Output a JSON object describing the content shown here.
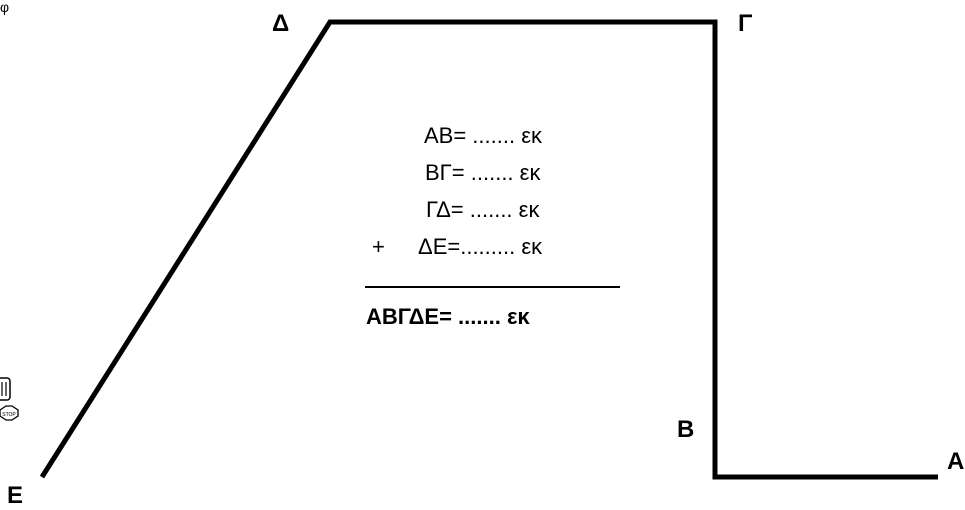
{
  "top_snippet": "φ",
  "vertices": {
    "A": "Α",
    "B": "Β",
    "G": "Γ",
    "D": "Δ",
    "E": "Ε"
  },
  "equations": {
    "ab": "ΑΒ= ....... εκ",
    "bg": "ΒΓ= ....... εκ",
    "gd": "ΓΔ= ....... εκ",
    "plus": "+",
    "de": "ΔΕ=......... εκ",
    "total": "ΑΒΓΔΕ= ....... εκ"
  }
}
